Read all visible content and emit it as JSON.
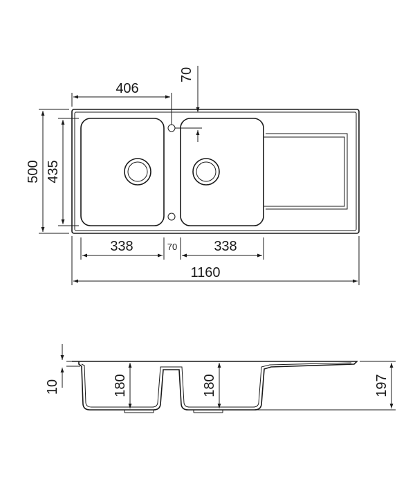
{
  "top_view": {
    "dimensions": {
      "overall_width": "1160",
      "overall_depth": "500",
      "bowl_depth": "435",
      "left_bowl_offset": "406",
      "top_offset": "70",
      "left_bowl_width": "338",
      "center_gap": "70",
      "right_bowl_width": "338"
    }
  },
  "side_view": {
    "dimensions": {
      "rim_thickness": "10",
      "left_bowl_height": "180",
      "right_bowl_height": "180",
      "overall_height": "197"
    }
  },
  "colors": {
    "line": "#1a1a1a",
    "background": "#ffffff"
  }
}
